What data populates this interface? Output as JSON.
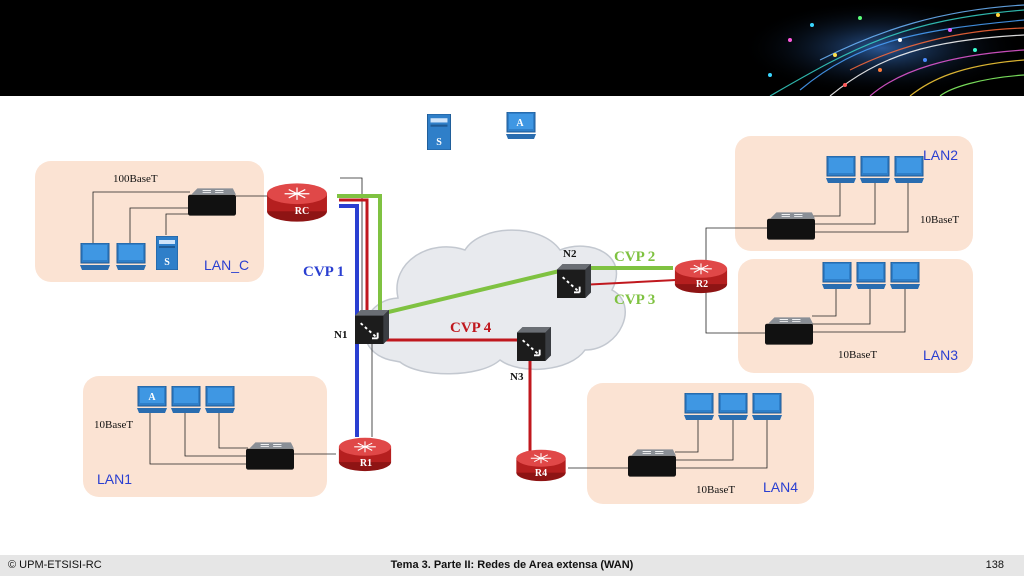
{
  "footer": {
    "left": "© UPM-ETSISI-RC",
    "center": "Tema 3. Parte II: Redes de Area extensa (WAN)",
    "page_number": "138"
  },
  "legend": {
    "server_letter": "S",
    "admin_letter": "A"
  },
  "lans": {
    "lan_c": {
      "name": "LAN_C",
      "cable": "100BaseT"
    },
    "lan1": {
      "name": "LAN1",
      "cable": "10BaseT"
    },
    "lan2": {
      "name": "LAN2",
      "cable": "10BaseT"
    },
    "lan3": {
      "name": "LAN3",
      "cable": "10BaseT"
    },
    "lan4": {
      "name": "LAN4",
      "cable": "10BaseT"
    }
  },
  "routers": {
    "rc": "RC",
    "r1": "R1",
    "r2": "R2",
    "r4": "R4"
  },
  "nodes": {
    "n1": "N1",
    "n2": "N2",
    "n3": "N3"
  },
  "circuits": {
    "cvp1": {
      "label": "CVP 1",
      "color": "#2a3fd1"
    },
    "cvp2": {
      "label": "CVP 2",
      "color": "#7fc241"
    },
    "cvp3": {
      "label": "CVP 3",
      "color": "#7fc241"
    },
    "cvp4": {
      "label": "CVP 4",
      "color": "#c0181e"
    }
  },
  "colors": {
    "lan_box": "#fbe3d3",
    "router": "#c92a2a",
    "pc": "#2f7fc9",
    "cloud": "#e8eaee"
  }
}
